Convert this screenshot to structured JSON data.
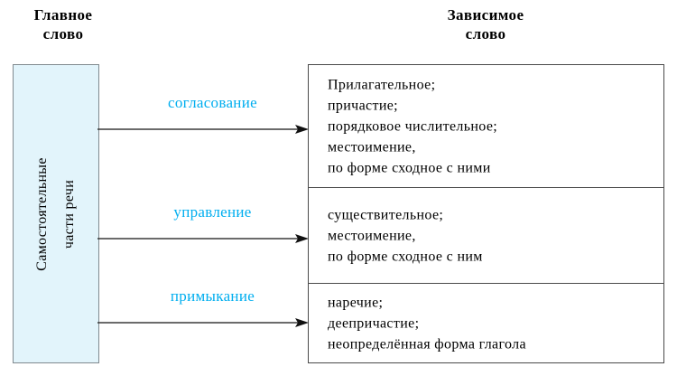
{
  "headings": {
    "main": [
      "Главное",
      "слово"
    ],
    "dependent": [
      "Зависимое",
      "слово"
    ]
  },
  "main_word": {
    "label_lines": [
      "Самостоятельные",
      "части речи"
    ],
    "fill_color": "#e2f4fb",
    "border_color": "#808a8f"
  },
  "relations": [
    {
      "label": "согласование",
      "dependent_lines": [
        "Прилагательное;",
        "причастие;",
        "порядковое числительное;",
        "местоимение,",
        "по форме сходное с ними"
      ]
    },
    {
      "label": "управление",
      "dependent_lines": [
        "существительное;",
        "местоимение,",
        "по форме сходное с ним"
      ]
    },
    {
      "label": "примыкание",
      "dependent_lines": [
        "наречие;",
        "деепричастие;",
        "неопределённая форма глагола"
      ]
    }
  ],
  "colors": {
    "label_accent": "#00aeef",
    "arrow": "#3a3a3a",
    "text": "#000000"
  }
}
